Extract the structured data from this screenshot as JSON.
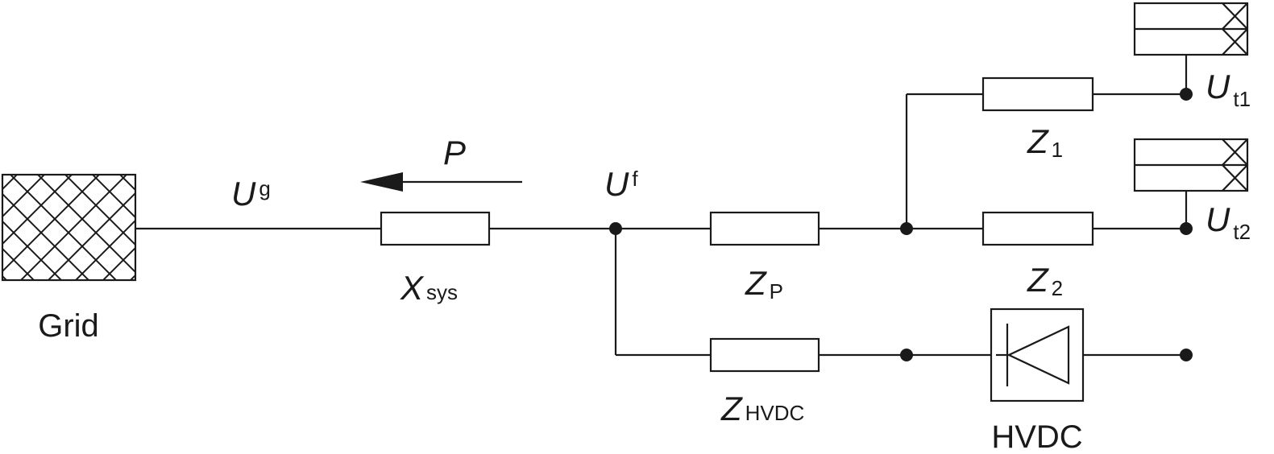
{
  "labels": {
    "grid": "Grid",
    "ug_main": "U",
    "ug_sub": "g",
    "p": "P",
    "uf_main": "U",
    "uf_sub": "f",
    "xsys_main": "X",
    "xsys_sub": "sys",
    "zp_main": "Z",
    "zp_sub": "P",
    "z1_main": "Z",
    "z1_sub": "1",
    "z2_main": "Z",
    "z2_sub": "2",
    "zhvdc_main": "Z",
    "zhvdc_sub": "HVDC",
    "ut1_main": "U",
    "ut1_sub": "t1",
    "ut2_main": "U",
    "ut2_sub": "t2",
    "hvdc": "HVDC"
  },
  "colors": {
    "stroke": "#1a1a1a",
    "background": "#ffffff"
  }
}
